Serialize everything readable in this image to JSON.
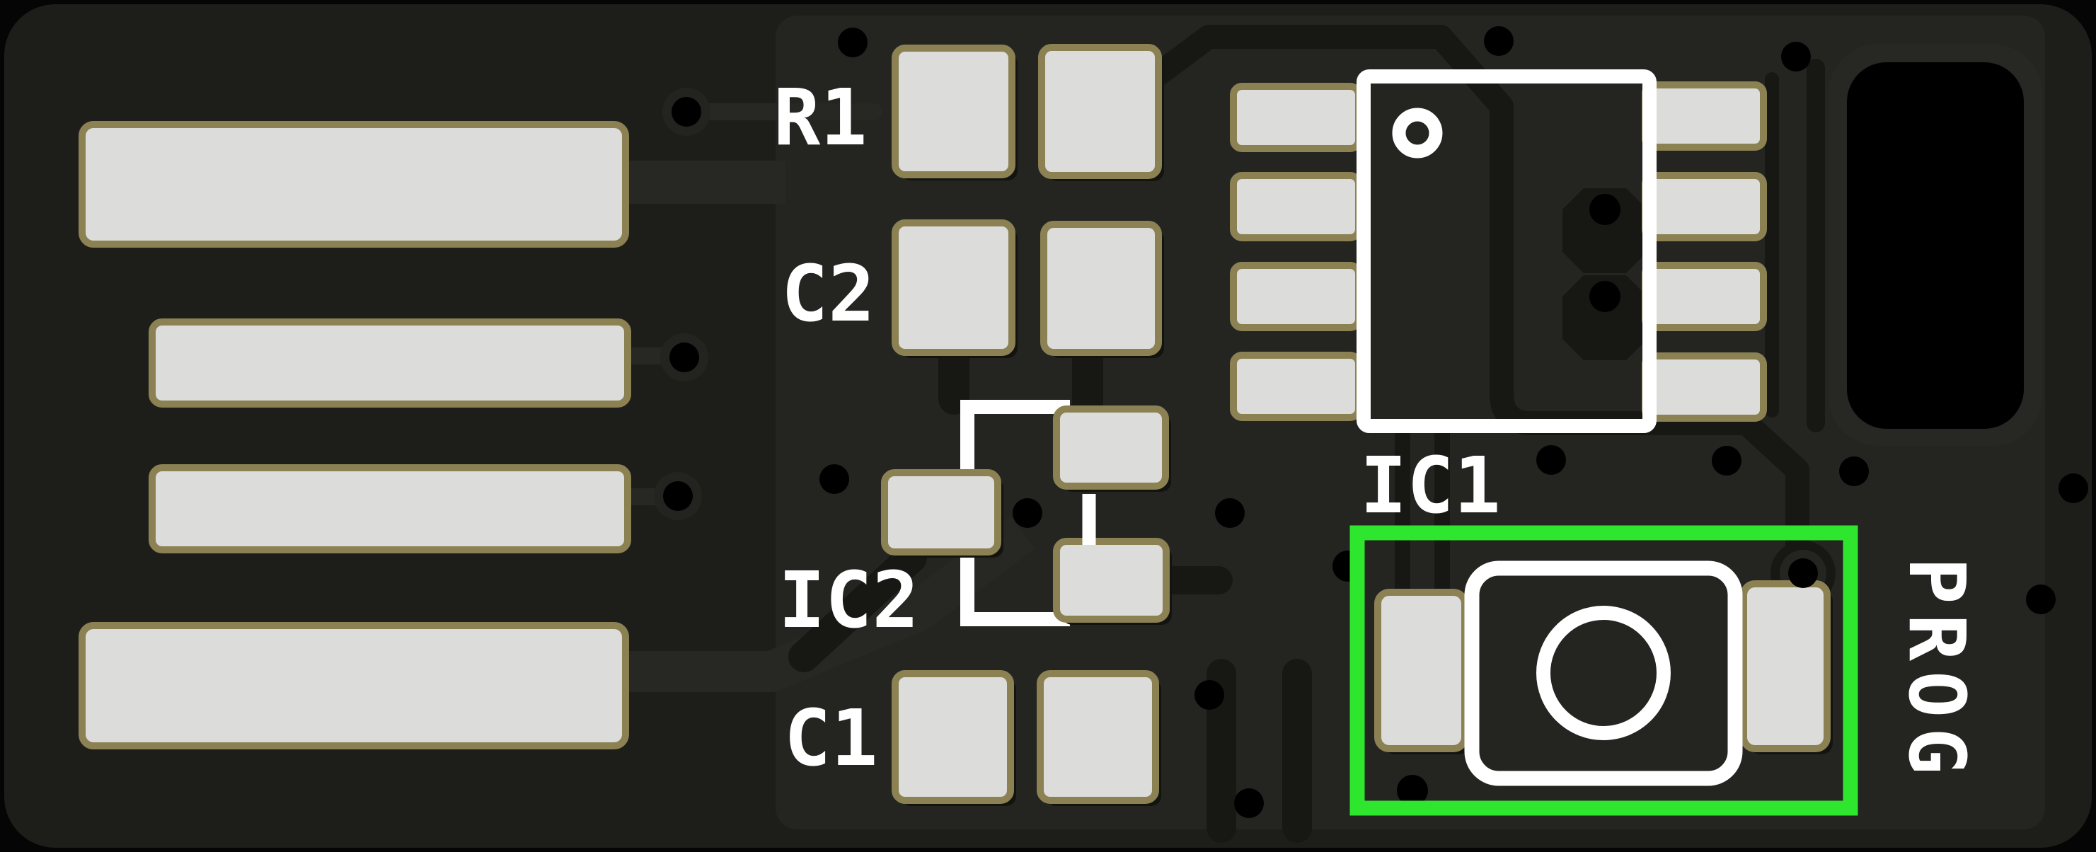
{
  "colors": {
    "background": "#050505",
    "board": "#1d1d1a",
    "copper_pour": "#242421",
    "trace": "#272723",
    "clearance": "#171714",
    "pad_fill": "#dcdcda",
    "pad_outline": "#8b8153",
    "pad_shadow": "#131310",
    "silkscreen": "#ffffff",
    "highlight_green": "#2fe62f",
    "via_hole": "#000000",
    "via_ring": "#232320",
    "cutout": "#000000",
    "cutout_ring": "#272724"
  },
  "silkscreen_labels": {
    "r1": "R1",
    "c2": "C2",
    "ic2": "IC2",
    "c1": "C1",
    "ic1": "IC1",
    "prog": "PROG"
  },
  "components": {
    "usb_connector_pads": 4,
    "ic1_pin_count": 8,
    "ic2_pad_count": 3,
    "two_pad_passives": [
      "R1",
      "C2",
      "C1"
    ],
    "button": {
      "label": "PROG",
      "highlighted": true
    }
  }
}
